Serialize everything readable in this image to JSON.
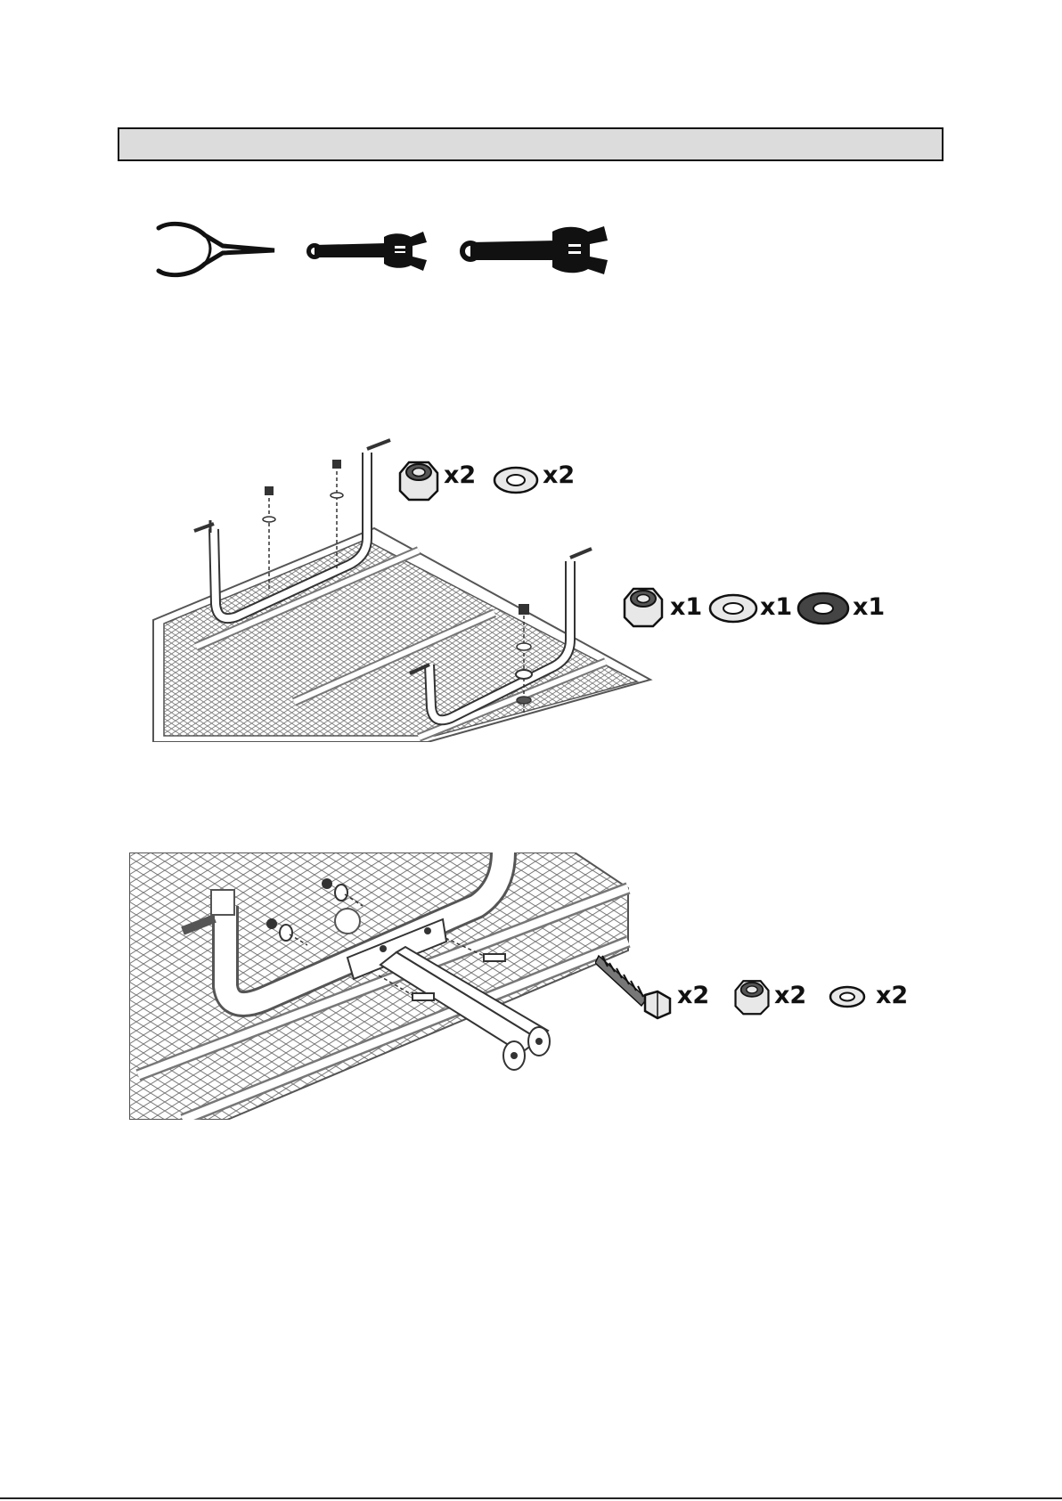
{
  "header": {
    "title": ""
  },
  "tools": [
    "needle-nose-pliers-icon",
    "adjustable-wrench-small-icon",
    "adjustable-wrench-large-icon"
  ],
  "step1": {
    "hardware_a": [
      {
        "icon": "lock-nut-icon",
        "qty": "x2"
      },
      {
        "icon": "flat-washer-icon",
        "qty": "x2"
      }
    ],
    "hardware_b": [
      {
        "icon": "lock-nut-icon",
        "qty": "x1"
      },
      {
        "icon": "flat-washer-icon",
        "qty": "x1"
      },
      {
        "icon": "rubber-washer-icon",
        "qty": "x1"
      }
    ]
  },
  "step2": {
    "hardware": [
      {
        "icon": "hex-bolt-icon",
        "qty": "x2"
      },
      {
        "icon": "lock-nut-icon",
        "qty": "x2"
      },
      {
        "icon": "flat-washer-icon",
        "qty": "x2"
      }
    ]
  },
  "colors": {
    "header_fill": "#dcdcdc",
    "ink": "#111111",
    "line_art": "#555555"
  }
}
